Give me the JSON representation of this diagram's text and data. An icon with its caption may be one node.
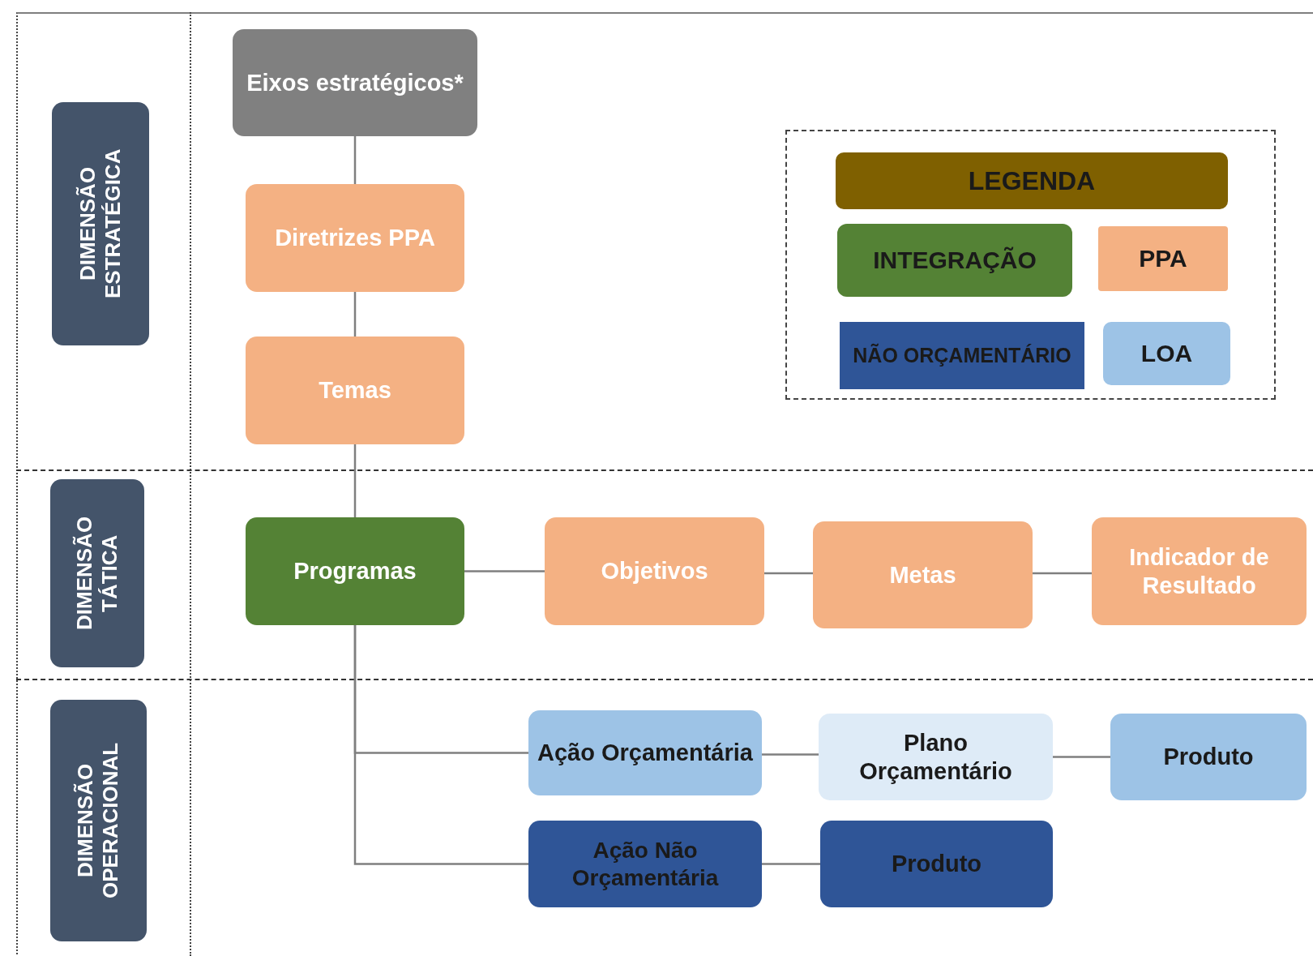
{
  "diagram": {
    "nodes": [
      {
        "text": [
          "DIMENSÃO ESTRATÉGICA"
        ]
      },
      {
        "text": [
          "DIMENSÃO TÁTICA"
        ]
      },
      {
        "text": [
          "DIMENSÃO OPERACIONAL"
        ]
      },
      {
        "text": [
          "Eixos estratégicos*"
        ]
      },
      {
        "text": [
          "Diretrizes PPA"
        ]
      },
      {
        "text": [
          "Temas"
        ]
      },
      {
        "text": [
          "Programas"
        ]
      },
      {
        "text": [
          "Objetivos"
        ]
      },
      {
        "text": [
          "Metas"
        ]
      },
      {
        "text": [
          "Indicador de Resultado"
        ]
      },
      {
        "text": [
          "Ação Orçamentária"
        ]
      },
      {
        "text": [
          "Plano Orçamentário"
        ]
      },
      {
        "text": [
          "Produto"
        ]
      },
      {
        "text": [
          "Ação Não Orçamentária"
        ]
      },
      {
        "text": [
          "Produto"
        ]
      }
    ],
    "edges": [
      {
        "from": 3,
        "to": 4,
        "arrow": "none"
      },
      {
        "from": 4,
        "to": 5,
        "arrow": "none"
      },
      {
        "from": 5,
        "to": 6,
        "arrow": "none"
      },
      {
        "from": 6,
        "to": 7,
        "arrow": "none"
      },
      {
        "from": 7,
        "to": 8,
        "arrow": "none"
      },
      {
        "from": 8,
        "to": 9,
        "arrow": "none"
      },
      {
        "from": 6,
        "to": 10,
        "arrow": "none"
      },
      {
        "from": 10,
        "to": 11,
        "arrow": "none"
      },
      {
        "from": 11,
        "to": 12,
        "arrow": "none"
      },
      {
        "from": 6,
        "to": 13,
        "arrow": "none"
      },
      {
        "from": 13,
        "to": 14,
        "arrow": "none"
      }
    ],
    "labels": [
      "LEGENDA"
    ],
    "legend": [
      {
        "text": "INTEGRAÇÃO",
        "color": "#548235"
      },
      {
        "text": "PPA",
        "color": "#f4b183"
      },
      {
        "text": "NÃO ORÇAMENTÁRIO",
        "color": "#2f5597"
      },
      {
        "text": "LOA",
        "color": "#9dc3e6"
      }
    ]
  }
}
